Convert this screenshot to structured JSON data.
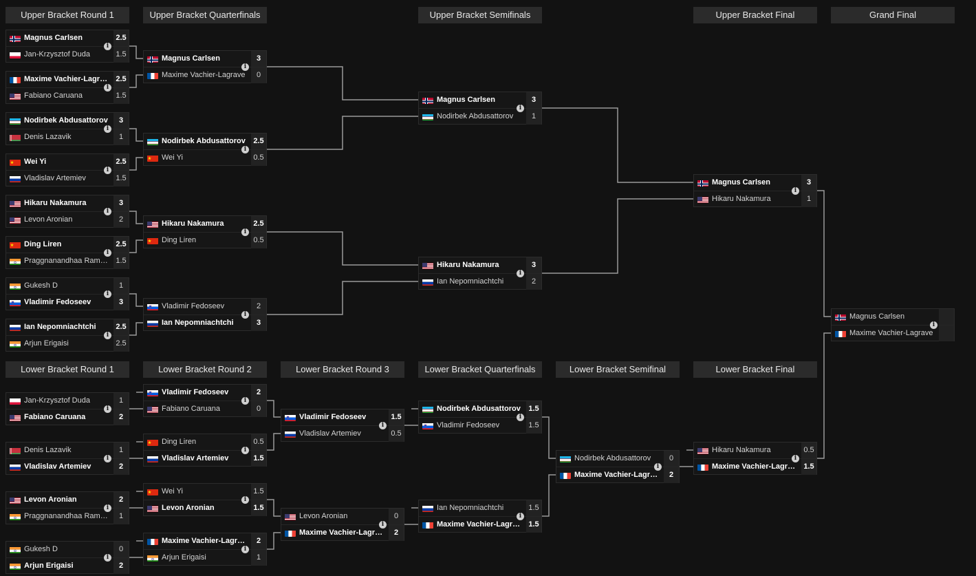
{
  "colors": {
    "background": "#121212",
    "header": "#2b2b2b",
    "match_bg": "#161616",
    "score_bg": "#222222",
    "line": "#9a9a9a",
    "info": "#cfcfcf"
  },
  "info_icon_label": "i",
  "rounds": [
    {
      "id": "ub1",
      "label": "Upper Bracket Round 1"
    },
    {
      "id": "ubqf",
      "label": "Upper Bracket Quarterfinals"
    },
    {
      "id": "ubsf",
      "label": "Upper Bracket Semifinals"
    },
    {
      "id": "ubf",
      "label": "Upper Bracket Final"
    },
    {
      "id": "gf",
      "label": "Grand Final"
    },
    {
      "id": "lb1",
      "label": "Lower Bracket Round 1"
    },
    {
      "id": "lb2",
      "label": "Lower Bracket Round 2"
    },
    {
      "id": "lb3",
      "label": "Lower Bracket Round 3"
    },
    {
      "id": "lbqf",
      "label": "Lower Bracket Quarterfinals"
    },
    {
      "id": "lbsf",
      "label": "Lower Bracket Semifinal"
    },
    {
      "id": "lbf",
      "label": "Lower Bracket Final"
    }
  ],
  "matches": [
    {
      "id": "ub1-1",
      "round": "ub1",
      "players": [
        {
          "name": "Magnus Carlsen",
          "flag": "no",
          "score": "2.5",
          "win": true
        },
        {
          "name": "Jan-Krzysztof Duda",
          "flag": "pl",
          "score": "1.5",
          "win": false
        }
      ]
    },
    {
      "id": "ub1-2",
      "round": "ub1",
      "players": [
        {
          "name": "Maxime Vachier-Lagrave",
          "flag": "fr",
          "score": "2.5",
          "win": true
        },
        {
          "name": "Fabiano Caruana",
          "flag": "us",
          "score": "1.5",
          "win": false
        }
      ]
    },
    {
      "id": "ub1-3",
      "round": "ub1",
      "players": [
        {
          "name": "Nodirbek Abdusattorov",
          "flag": "uz",
          "score": "3",
          "win": true
        },
        {
          "name": "Denis Lazavik",
          "flag": "by",
          "score": "1",
          "win": false
        }
      ]
    },
    {
      "id": "ub1-4",
      "round": "ub1",
      "players": [
        {
          "name": "Wei Yi",
          "flag": "cn",
          "score": "2.5",
          "win": true
        },
        {
          "name": "Vladislav Artemiev",
          "flag": "ru",
          "score": "1.5",
          "win": false
        }
      ]
    },
    {
      "id": "ub1-5",
      "round": "ub1",
      "players": [
        {
          "name": "Hikaru Nakamura",
          "flag": "us",
          "score": "3",
          "win": true
        },
        {
          "name": "Levon Aronian",
          "flag": "us",
          "score": "2",
          "win": false
        }
      ]
    },
    {
      "id": "ub1-6",
      "round": "ub1",
      "players": [
        {
          "name": "Ding Liren",
          "flag": "cn",
          "score": "2.5",
          "win": true
        },
        {
          "name": "Praggnanandhaa Rameshbabu",
          "flag": "in",
          "score": "1.5",
          "win": false
        }
      ]
    },
    {
      "id": "ub1-7",
      "round": "ub1",
      "players": [
        {
          "name": "Gukesh D",
          "flag": "in",
          "score": "1",
          "win": false
        },
        {
          "name": "Vladimir Fedoseev",
          "flag": "si",
          "score": "3",
          "win": true
        }
      ]
    },
    {
      "id": "ub1-8",
      "round": "ub1",
      "players": [
        {
          "name": "Ian Nepomniachtchi",
          "flag": "ru",
          "score": "2.5",
          "win": true
        },
        {
          "name": "Arjun Erigaisi",
          "flag": "in",
          "score": "2.5",
          "win": false
        }
      ]
    },
    {
      "id": "ubqf-1",
      "round": "ubqf",
      "players": [
        {
          "name": "Magnus Carlsen",
          "flag": "no",
          "score": "3",
          "win": true
        },
        {
          "name": "Maxime Vachier-Lagrave",
          "flag": "fr",
          "score": "0",
          "win": false
        }
      ]
    },
    {
      "id": "ubqf-2",
      "round": "ubqf",
      "players": [
        {
          "name": "Nodirbek Abdusattorov",
          "flag": "uz",
          "score": "2.5",
          "win": true
        },
        {
          "name": "Wei Yi",
          "flag": "cn",
          "score": "0.5",
          "win": false
        }
      ]
    },
    {
      "id": "ubqf-3",
      "round": "ubqf",
      "players": [
        {
          "name": "Hikaru Nakamura",
          "flag": "us",
          "score": "2.5",
          "win": true
        },
        {
          "name": "Ding Liren",
          "flag": "cn",
          "score": "0.5",
          "win": false
        }
      ]
    },
    {
      "id": "ubqf-4",
      "round": "ubqf",
      "players": [
        {
          "name": "Vladimir Fedoseev",
          "flag": "si",
          "score": "2",
          "win": false
        },
        {
          "name": "Ian Nepomniachtchi",
          "flag": "ru",
          "score": "3",
          "win": true
        }
      ]
    },
    {
      "id": "ubsf-1",
      "round": "ubsf",
      "players": [
        {
          "name": "Magnus Carlsen",
          "flag": "no",
          "score": "3",
          "win": true
        },
        {
          "name": "Nodirbek Abdusattorov",
          "flag": "uz",
          "score": "1",
          "win": false
        }
      ]
    },
    {
      "id": "ubsf-2",
      "round": "ubsf",
      "players": [
        {
          "name": "Hikaru Nakamura",
          "flag": "us",
          "score": "3",
          "win": true
        },
        {
          "name": "Ian Nepomniachtchi",
          "flag": "ru",
          "score": "2",
          "win": false
        }
      ]
    },
    {
      "id": "ubf-1",
      "round": "ubf",
      "players": [
        {
          "name": "Magnus Carlsen",
          "flag": "no",
          "score": "3",
          "win": true
        },
        {
          "name": "Hikaru Nakamura",
          "flag": "us",
          "score": "1",
          "win": false
        }
      ]
    },
    {
      "id": "gf-1",
      "round": "gf",
      "players": [
        {
          "name": "Magnus Carlsen",
          "flag": "no",
          "score": "",
          "win": false
        },
        {
          "name": "Maxime Vachier-Lagrave",
          "flag": "fr",
          "score": "",
          "win": false
        }
      ]
    },
    {
      "id": "lb1-1",
      "round": "lb1",
      "players": [
        {
          "name": "Jan-Krzysztof Duda",
          "flag": "pl",
          "score": "1",
          "win": false
        },
        {
          "name": "Fabiano Caruana",
          "flag": "us",
          "score": "2",
          "win": true
        }
      ]
    },
    {
      "id": "lb1-2",
      "round": "lb1",
      "players": [
        {
          "name": "Denis Lazavik",
          "flag": "by",
          "score": "1",
          "win": false
        },
        {
          "name": "Vladislav Artemiev",
          "flag": "ru",
          "score": "2",
          "win": true
        }
      ]
    },
    {
      "id": "lb1-3",
      "round": "lb1",
      "players": [
        {
          "name": "Levon Aronian",
          "flag": "us",
          "score": "2",
          "win": true
        },
        {
          "name": "Praggnanandhaa Rameshbabu",
          "flag": "in",
          "score": "1",
          "win": false
        }
      ]
    },
    {
      "id": "lb1-4",
      "round": "lb1",
      "players": [
        {
          "name": "Gukesh D",
          "flag": "in",
          "score": "0",
          "win": false
        },
        {
          "name": "Arjun Erigaisi",
          "flag": "in",
          "score": "2",
          "win": true
        }
      ]
    },
    {
      "id": "lb2-1",
      "round": "lb2",
      "players": [
        {
          "name": "Vladimir Fedoseev",
          "flag": "si",
          "score": "2",
          "win": true
        },
        {
          "name": "Fabiano Caruana",
          "flag": "us",
          "score": "0",
          "win": false
        }
      ]
    },
    {
      "id": "lb2-2",
      "round": "lb2",
      "players": [
        {
          "name": "Ding Liren",
          "flag": "cn",
          "score": "0.5",
          "win": false
        },
        {
          "name": "Vladislav Artemiev",
          "flag": "ru",
          "score": "1.5",
          "win": true
        }
      ]
    },
    {
      "id": "lb2-3",
      "round": "lb2",
      "players": [
        {
          "name": "Wei Yi",
          "flag": "cn",
          "score": "1.5",
          "win": false
        },
        {
          "name": "Levon Aronian",
          "flag": "us",
          "score": "1.5",
          "win": true
        }
      ]
    },
    {
      "id": "lb2-4",
      "round": "lb2",
      "players": [
        {
          "name": "Maxime Vachier-Lagrave",
          "flag": "fr",
          "score": "2",
          "win": true
        },
        {
          "name": "Arjun Erigaisi",
          "flag": "in",
          "score": "1",
          "win": false
        }
      ]
    },
    {
      "id": "lb3-1",
      "round": "lb3",
      "players": [
        {
          "name": "Vladimir Fedoseev",
          "flag": "si",
          "score": "1.5",
          "win": true
        },
        {
          "name": "Vladislav Artemiev",
          "flag": "ru",
          "score": "0.5",
          "win": false
        }
      ]
    },
    {
      "id": "lb3-2",
      "round": "lb3",
      "players": [
        {
          "name": "Levon Aronian",
          "flag": "us",
          "score": "0",
          "win": false
        },
        {
          "name": "Maxime Vachier-Lagrave",
          "flag": "fr",
          "score": "2",
          "win": true
        }
      ]
    },
    {
      "id": "lbqf-1",
      "round": "lbqf",
      "players": [
        {
          "name": "Nodirbek Abdusattorov",
          "flag": "uz",
          "score": "1.5",
          "win": true
        },
        {
          "name": "Vladimir Fedoseev",
          "flag": "si",
          "score": "1.5",
          "win": false
        }
      ]
    },
    {
      "id": "lbqf-2",
      "round": "lbqf",
      "players": [
        {
          "name": "Ian Nepomniachtchi",
          "flag": "ru",
          "score": "1.5",
          "win": false
        },
        {
          "name": "Maxime Vachier-Lagrave",
          "flag": "fr",
          "score": "1.5",
          "win": true
        }
      ]
    },
    {
      "id": "lbsf-1",
      "round": "lbsf",
      "players": [
        {
          "name": "Nodirbek Abdusattorov",
          "flag": "uz",
          "score": "0",
          "win": false
        },
        {
          "name": "Maxime Vachier-Lagrave",
          "flag": "fr",
          "score": "2",
          "win": true
        }
      ]
    },
    {
      "id": "lbf-1",
      "round": "lbf",
      "players": [
        {
          "name": "Hikaru Nakamura",
          "flag": "us",
          "score": "0.5",
          "win": false
        },
        {
          "name": "Maxime Vachier-Lagrave",
          "flag": "fr",
          "score": "1.5",
          "win": true
        }
      ]
    }
  ]
}
